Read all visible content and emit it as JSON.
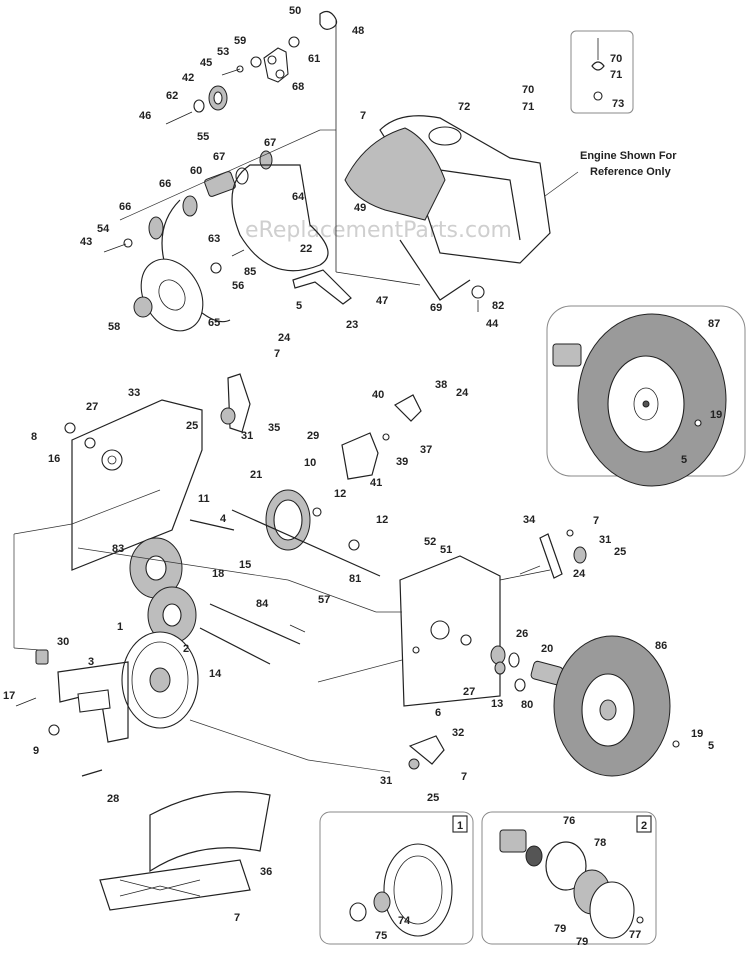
{
  "diagram": {
    "engine_note": [
      "Engine Shown For",
      "Reference Only"
    ],
    "watermark": "eReplacementParts.com",
    "callout_boxes": [
      "1",
      "2"
    ],
    "part_labels": [
      {
        "id": "p50",
        "text": "50"
      },
      {
        "id": "p48",
        "text": "48"
      },
      {
        "id": "p59",
        "text": "59"
      },
      {
        "id": "p53",
        "text": "53"
      },
      {
        "id": "p45",
        "text": "45"
      },
      {
        "id": "p61",
        "text": "61"
      },
      {
        "id": "p68",
        "text": "68"
      },
      {
        "id": "p42",
        "text": "42"
      },
      {
        "id": "p62",
        "text": "62"
      },
      {
        "id": "p46",
        "text": "46"
      },
      {
        "id": "p55",
        "text": "55"
      },
      {
        "id": "p7a",
        "text": "7"
      },
      {
        "id": "p70a",
        "text": "70"
      },
      {
        "id": "p71a",
        "text": "71"
      },
      {
        "id": "p73",
        "text": "73"
      },
      {
        "id": "p70b",
        "text": "70"
      },
      {
        "id": "p71b",
        "text": "71"
      },
      {
        "id": "p72",
        "text": "72"
      },
      {
        "id": "p67a",
        "text": "67"
      },
      {
        "id": "p67b",
        "text": "67"
      },
      {
        "id": "p60",
        "text": "60"
      },
      {
        "id": "p66a",
        "text": "66"
      },
      {
        "id": "p64",
        "text": "64"
      },
      {
        "id": "p49",
        "text": "49"
      },
      {
        "id": "p66b",
        "text": "66"
      },
      {
        "id": "p54",
        "text": "54"
      },
      {
        "id": "p43",
        "text": "43"
      },
      {
        "id": "p63",
        "text": "63"
      },
      {
        "id": "p22",
        "text": "22"
      },
      {
        "id": "p85",
        "text": "85"
      },
      {
        "id": "p56",
        "text": "56"
      },
      {
        "id": "p5a",
        "text": "5"
      },
      {
        "id": "p47",
        "text": "47"
      },
      {
        "id": "p69",
        "text": "69"
      },
      {
        "id": "p82",
        "text": "82"
      },
      {
        "id": "p44",
        "text": "44"
      },
      {
        "id": "p58",
        "text": "58"
      },
      {
        "id": "p65",
        "text": "65"
      },
      {
        "id": "p23",
        "text": "23"
      },
      {
        "id": "p87",
        "text": "87"
      },
      {
        "id": "p24a",
        "text": "24"
      },
      {
        "id": "p7b",
        "text": "7"
      },
      {
        "id": "p33",
        "text": "33"
      },
      {
        "id": "p27a",
        "text": "27"
      },
      {
        "id": "p8",
        "text": "8"
      },
      {
        "id": "p25a",
        "text": "25"
      },
      {
        "id": "p35",
        "text": "35"
      },
      {
        "id": "p31a",
        "text": "31"
      },
      {
        "id": "p16",
        "text": "16"
      },
      {
        "id": "p40",
        "text": "40"
      },
      {
        "id": "p38",
        "text": "38"
      },
      {
        "id": "p24b",
        "text": "24"
      },
      {
        "id": "p29",
        "text": "29"
      },
      {
        "id": "p37",
        "text": "37"
      },
      {
        "id": "p39",
        "text": "39"
      },
      {
        "id": "p41",
        "text": "41"
      },
      {
        "id": "p19a",
        "text": "19"
      },
      {
        "id": "p5b",
        "text": "5"
      },
      {
        "id": "p21",
        "text": "21"
      },
      {
        "id": "p10",
        "text": "10"
      },
      {
        "id": "p12a",
        "text": "12"
      },
      {
        "id": "p11",
        "text": "11"
      },
      {
        "id": "p4",
        "text": "4"
      },
      {
        "id": "p12b",
        "text": "12"
      },
      {
        "id": "p34",
        "text": "34"
      },
      {
        "id": "p7c",
        "text": "7"
      },
      {
        "id": "p31b",
        "text": "31"
      },
      {
        "id": "p25b",
        "text": "25"
      },
      {
        "id": "p24c",
        "text": "24"
      },
      {
        "id": "p83",
        "text": "83"
      },
      {
        "id": "p18",
        "text": "18"
      },
      {
        "id": "p15",
        "text": "15"
      },
      {
        "id": "p52",
        "text": "52"
      },
      {
        "id": "p51",
        "text": "51"
      },
      {
        "id": "p81",
        "text": "81"
      },
      {
        "id": "p84",
        "text": "84"
      },
      {
        "id": "p57",
        "text": "57"
      },
      {
        "id": "p1",
        "text": "1"
      },
      {
        "id": "p2",
        "text": "2"
      },
      {
        "id": "p30",
        "text": "30"
      },
      {
        "id": "p3",
        "text": "3"
      },
      {
        "id": "p14",
        "text": "14"
      },
      {
        "id": "p26",
        "text": "26"
      },
      {
        "id": "p20",
        "text": "20"
      },
      {
        "id": "p86",
        "text": "86"
      },
      {
        "id": "p27b",
        "text": "27"
      },
      {
        "id": "p13",
        "text": "13"
      },
      {
        "id": "p80",
        "text": "80"
      },
      {
        "id": "p6",
        "text": "6"
      },
      {
        "id": "p17",
        "text": "17"
      },
      {
        "id": "p9",
        "text": "9"
      },
      {
        "id": "p32",
        "text": "32"
      },
      {
        "id": "p19b",
        "text": "19"
      },
      {
        "id": "p5c",
        "text": "5"
      },
      {
        "id": "p31c",
        "text": "31"
      },
      {
        "id": "p7d",
        "text": "7"
      },
      {
        "id": "p25c",
        "text": "25"
      },
      {
        "id": "p28",
        "text": "28"
      },
      {
        "id": "p36",
        "text": "36"
      },
      {
        "id": "p7e",
        "text": "7"
      },
      {
        "id": "p76",
        "text": "76"
      },
      {
        "id": "p78",
        "text": "78"
      },
      {
        "id": "p74",
        "text": "74"
      },
      {
        "id": "p75",
        "text": "75"
      },
      {
        "id": "p79a",
        "text": "79"
      },
      {
        "id": "p79b",
        "text": "79"
      },
      {
        "id": "p77",
        "text": "77"
      }
    ]
  }
}
